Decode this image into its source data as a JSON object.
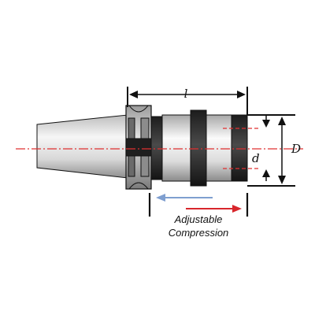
{
  "labels": {
    "length": "l",
    "outer_diameter": "D",
    "inner_diameter": "d",
    "caption_line1": "Adjustable",
    "caption_line2": "Compression"
  },
  "colors": {
    "outline": "#111111",
    "body_dark": "#2a2a2a",
    "metal_light": "#e8e8e8",
    "metal_mid": "#9a9a9a",
    "centerline": "#e03030",
    "arrow_left": "#7f9fd0",
    "arrow_right": "#d8262c"
  }
}
